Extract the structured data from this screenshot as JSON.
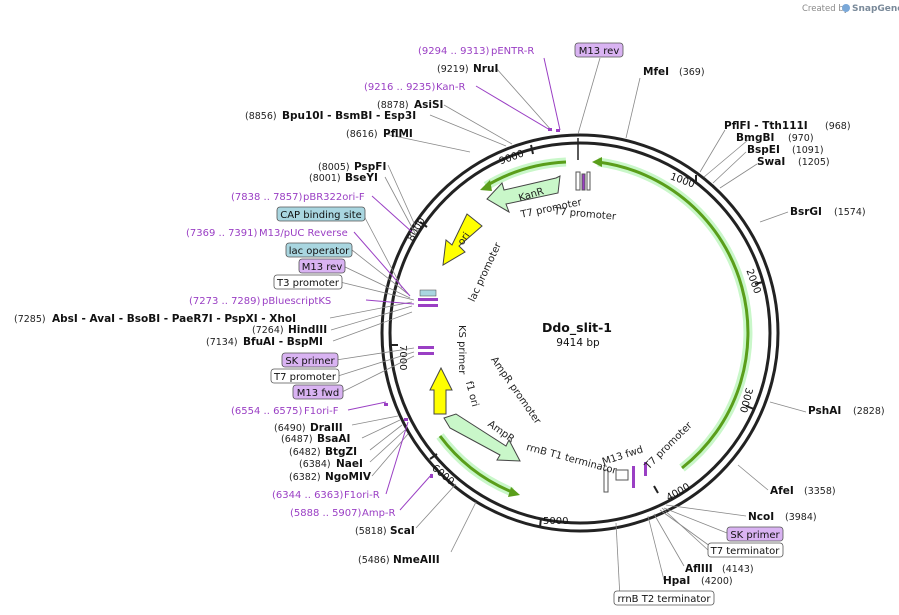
{
  "title": "Ddo_slit-1",
  "length": "9414 bp",
  "credit": {
    "prefix": "Created by",
    "brand": "SnapGene"
  },
  "ticks": [
    "1000",
    "2000",
    "3000",
    "4000",
    "5000",
    "6000",
    "7000",
    "8000",
    "9000"
  ],
  "enzymes": [
    {
      "name": "MfeI",
      "pos": "(369)"
    },
    {
      "name": "PflFI - Tth111I",
      "pos": "(968)"
    },
    {
      "name": "BmgBI",
      "pos": "(970)"
    },
    {
      "name": "BspEI",
      "pos": "(1091)"
    },
    {
      "name": "SwaI",
      "pos": "(1205)"
    },
    {
      "name": "BsrGI",
      "pos": "(1574)"
    },
    {
      "name": "PshAI",
      "pos": "(2828)"
    },
    {
      "name": "AfeI",
      "pos": "(3358)"
    },
    {
      "name": "NcoI",
      "pos": "(3984)"
    },
    {
      "name": "AflIII",
      "pos": "(4143)"
    },
    {
      "name": "HpaI",
      "pos": "(4200)"
    },
    {
      "name": "NmeAIII",
      "pos": "(5486)"
    },
    {
      "name": "ScaI",
      "pos": "(5818)"
    },
    {
      "name": "NgoMIV",
      "pos": "(6382)"
    },
    {
      "name": "NaeI",
      "pos": "(6384)"
    },
    {
      "name": "BtgZI",
      "pos": "(6482)"
    },
    {
      "name": "BsaAI",
      "pos": "(6487)"
    },
    {
      "name": "DraIII",
      "pos": "(6490)"
    },
    {
      "name": "BfuAI - BspMI",
      "pos": "(7134)"
    },
    {
      "name": "HindIII",
      "pos": "(7264)"
    },
    {
      "name": "AbsI - AvaI - BsoBI - PaeR7I - PspXI - XhoI",
      "pos": "(7285)"
    },
    {
      "name": "BseYI",
      "pos": "(8001)"
    },
    {
      "name": "PspFI",
      "pos": "(8005)"
    },
    {
      "name": "PflMI",
      "pos": "(8616)"
    },
    {
      "name": "Bpu10I - BsmBI - Esp3I",
      "pos": "(8856)"
    },
    {
      "name": "AsiSI",
      "pos": "(8878)"
    },
    {
      "name": "NruI",
      "pos": "(9219)"
    }
  ],
  "primers": [
    {
      "name": "pENTR-R",
      "range": "(9294 .. 9313)"
    },
    {
      "name": "Kan-R",
      "range": "(9216 .. 9235)"
    },
    {
      "name": "pBR322ori-F",
      "range": "(7838 .. 7857)"
    },
    {
      "name": "M13/pUC Reverse",
      "range": "(7369 .. 7391)"
    },
    {
      "name": "pBluescriptKS",
      "range": "(7273 .. 7289)"
    },
    {
      "name": "F1ori-F",
      "range": "(6554 .. 6575)"
    },
    {
      "name": "F1ori-R",
      "range": "(6344 .. 6363)"
    },
    {
      "name": "Amp-R",
      "range": "(5888 .. 5907)"
    }
  ],
  "boxed": [
    {
      "text": "M13 rev",
      "style": "purple"
    },
    {
      "text": "CAP binding site",
      "style": "blue"
    },
    {
      "text": "lac operator",
      "style": "blue"
    },
    {
      "text": "M13 rev",
      "style": "purple"
    },
    {
      "text": "T3 promoter",
      "style": "white"
    },
    {
      "text": "SK primer",
      "style": "purple"
    },
    {
      "text": "T7 promoter",
      "style": "white"
    },
    {
      "text": "M13 fwd",
      "style": "purple"
    },
    {
      "text": "SK primer",
      "style": "purple"
    },
    {
      "text": "T7 terminator",
      "style": "white"
    },
    {
      "text": "rrnB T2 terminator",
      "style": "white"
    }
  ],
  "features": {
    "kanr": "KanR",
    "ori": "ori",
    "ampr": "AmpR",
    "t7_promoter_a": "T7 promoter",
    "t7_promoter_b": "T7 promoter",
    "lac_promoter": "lac promoter",
    "ks_primer": "KS primer",
    "ampr_promoter": "AmpR promoter",
    "f1_ori": "f1 ori",
    "m13_fwd": "M13 fwd",
    "t7_promoter_c": "T7 promoter",
    "rrnb_t1": "rrnB T1 terminator"
  },
  "colors": {
    "backbone": "#222222",
    "primer": "#9a3fc4",
    "kanr_fill": "#c9f7c9",
    "ori_fill": "#ffff00",
    "cds_arc": "#5a9e1a",
    "purple_box": "#d9b3f2",
    "blue_box": "#a9d6e0"
  }
}
